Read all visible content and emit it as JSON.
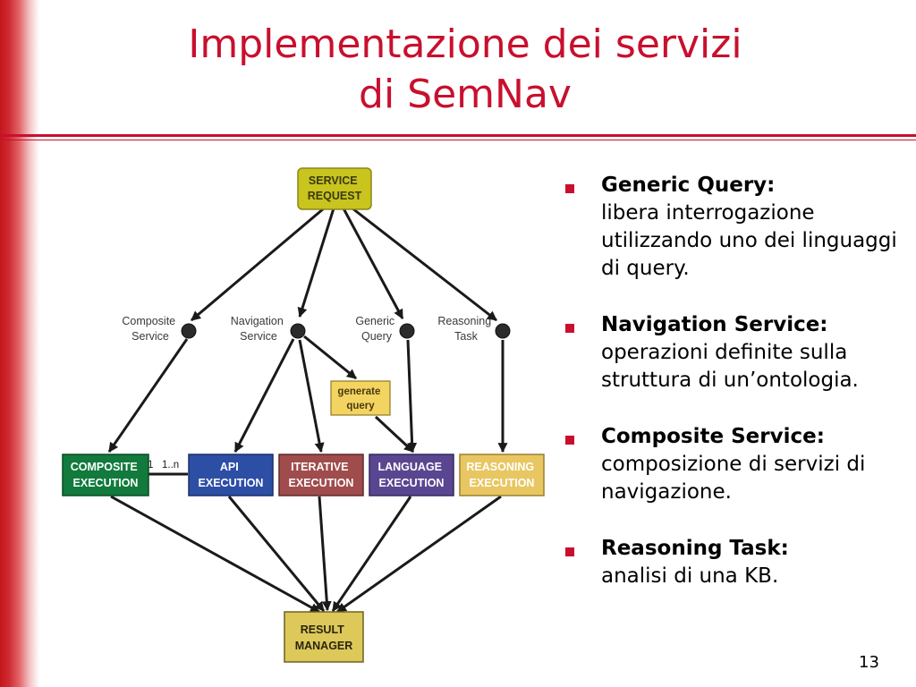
{
  "slide": {
    "title_line1": "Implementazione dei servizi",
    "title_line2": "di SemNav",
    "page_number": "13"
  },
  "diagram": {
    "service_request": [
      "SERVICE",
      "REQUEST"
    ],
    "composite_service": [
      "Composite",
      "Service"
    ],
    "navigation_service": [
      "Navigation",
      "Service"
    ],
    "generic_query": [
      "Generic",
      "Query"
    ],
    "reasoning_task": [
      "Reasoning",
      "Task"
    ],
    "generate_query": [
      "generate",
      "query"
    ],
    "composite_execution": [
      "COMPOSITE",
      "EXECUTION"
    ],
    "api_execution": [
      "API",
      "EXECUTION"
    ],
    "iterative_execution": [
      "ITERATIVE",
      "EXECUTION"
    ],
    "language_execution": [
      "LANGUAGE",
      "EXECUTION"
    ],
    "reasoning_execution": [
      "REASONING",
      "EXECUTION"
    ],
    "result_manager": [
      "RESULT",
      "MANAGER"
    ],
    "multiplicity": "1   1..n",
    "colors": {
      "service_request": "#c9c41e",
      "composite_execution": "#117a3c",
      "api_execution": "#2d4ea5",
      "iterative_execution": "#a04c4c",
      "language_execution": "#5a4690",
      "reasoning_execution": "#e8c662",
      "result_manager": "#dcc95a",
      "generate_query": "#f3d460"
    }
  },
  "bullets": [
    {
      "title": "Generic Query:",
      "text": "libera interrogazione utilizzando uno dei linguaggi di query."
    },
    {
      "title": "Navigation Service:",
      "text": "operazioni definite sulla struttura di un’ontologia."
    },
    {
      "title": "Composite Service:",
      "text": "composizione di servizi di navigazione."
    },
    {
      "title": "Reasoning Task:",
      "text": "analisi di una KB."
    }
  ],
  "colors": {
    "title": "#c8102e",
    "bullet": "#c8102e"
  }
}
